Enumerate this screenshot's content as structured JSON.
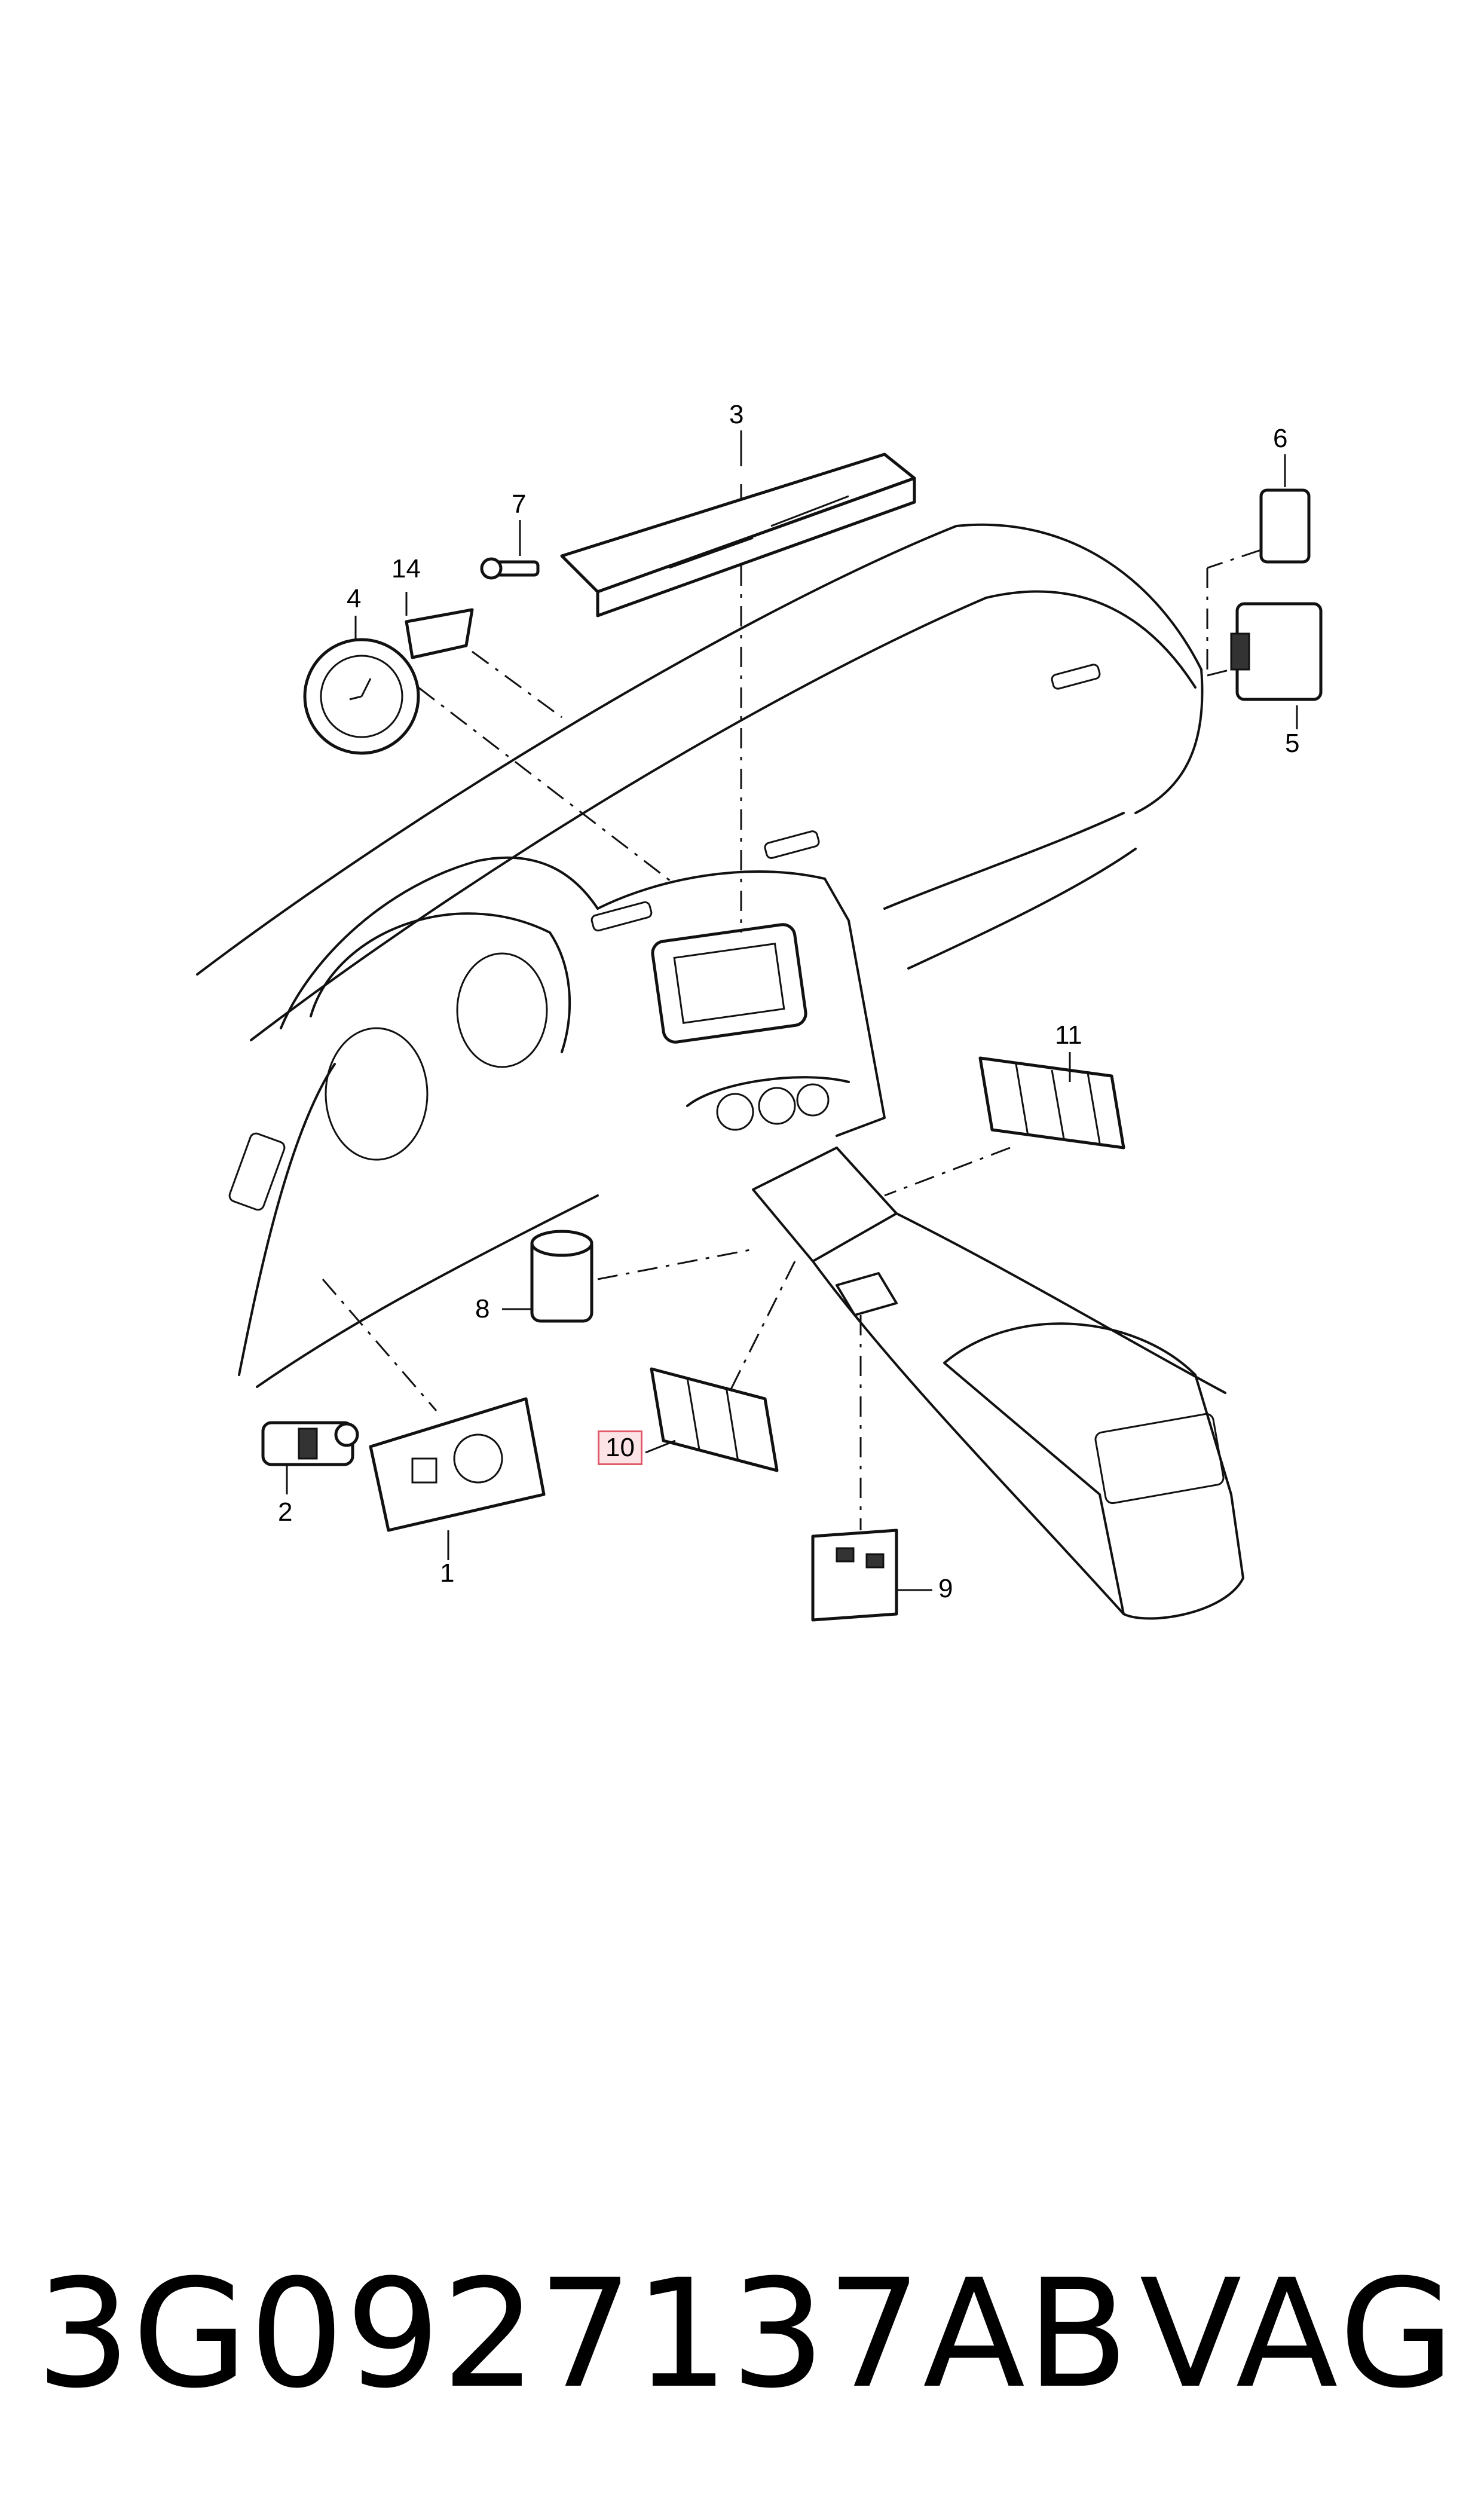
{
  "callouts": [
    {
      "id": "1",
      "text": "1"
    },
    {
      "id": "2",
      "text": "2"
    },
    {
      "id": "3",
      "text": "3"
    },
    {
      "id": "4",
      "text": "4"
    },
    {
      "id": "5",
      "text": "5"
    },
    {
      "id": "6",
      "text": "6"
    },
    {
      "id": "7",
      "text": "7"
    },
    {
      "id": "8",
      "text": "8"
    },
    {
      "id": "9",
      "text": "9"
    },
    {
      "id": "10",
      "text": "10",
      "highlighted": true
    },
    {
      "id": "11",
      "text": "11"
    },
    {
      "id": "14",
      "text": "14"
    }
  ],
  "footer": {
    "part_number": "3G0927137AB",
    "brand": "VAG"
  },
  "colors": {
    "line": "#111111",
    "highlight_border": "#e05a6a",
    "highlight_fill": "#fbe3e6"
  }
}
